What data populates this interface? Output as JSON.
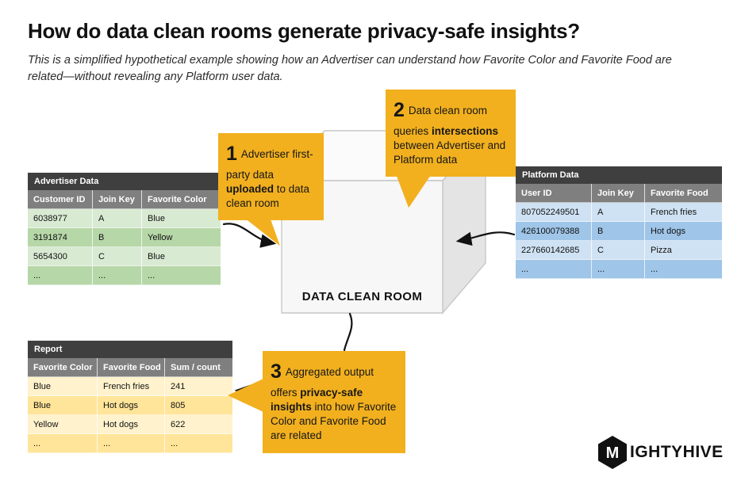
{
  "header": {
    "title": "How do data clean rooms generate privacy-safe insights?",
    "subtitle": "This is a simplified hypothetical example showing how an Advertiser can understand how Favorite Color and Favorite Food are related—without revealing any Platform user data."
  },
  "tables": {
    "advertiser": {
      "title": "Advertiser Data",
      "columns": [
        "Customer ID",
        "Join Key",
        "Favorite Color"
      ],
      "rows": [
        [
          "6038977",
          "A",
          "Blue"
        ],
        [
          "3191874",
          "B",
          "Yellow"
        ],
        [
          "5654300",
          "C",
          "Blue"
        ],
        [
          "...",
          "...",
          "..."
        ]
      ]
    },
    "platform": {
      "title": "Platform Data",
      "columns": [
        "User ID",
        "Join Key",
        "Favorite Food"
      ],
      "rows": [
        [
          "807052249501",
          "A",
          "French fries"
        ],
        [
          "426100079388",
          "B",
          "Hot dogs"
        ],
        [
          "227660142685",
          "C",
          "Pizza"
        ],
        [
          "...",
          "...",
          "..."
        ]
      ]
    },
    "report": {
      "title": "Report",
      "columns": [
        "Favorite Color",
        "Favorite Food",
        "Sum / count"
      ],
      "rows": [
        [
          "Blue",
          "French fries",
          "241"
        ],
        [
          "Blue",
          "Hot dogs",
          "805"
        ],
        [
          "Yellow",
          "Hot dogs",
          "622"
        ],
        [
          "...",
          "...",
          "..."
        ]
      ]
    }
  },
  "cube": {
    "label": "DATA CLEAN ROOM"
  },
  "callouts": {
    "c1": {
      "number": "1",
      "pre": "Advertiser first-party data ",
      "bold": "uploaded",
      "post": " to data clean room"
    },
    "c2": {
      "number": "2",
      "pre": "Data clean room queries ",
      "bold": "intersections",
      "post": " between Advertiser and Platform data"
    },
    "c3": {
      "number": "3",
      "pre": "Aggregated output offers ",
      "bold": "privacy-safe insights",
      "post": " into how Favorite Color and Favorite Food are related"
    }
  },
  "logo": {
    "icon_letter": "M",
    "wordmark_rest": "IGHTYHIVE"
  },
  "colors": {
    "callout_yellow": "#F2B01F",
    "table_title_bg": "#3f3f3f",
    "table_header_bg": "#7f7f7f",
    "advertiser_row_light": "#d9ead3",
    "advertiser_row_dark": "#b6d7a8",
    "platform_row_light": "#cfe2f3",
    "platform_row_dark": "#9fc5e8",
    "report_row_light": "#fff2cc",
    "report_row_dark": "#ffe599"
  }
}
